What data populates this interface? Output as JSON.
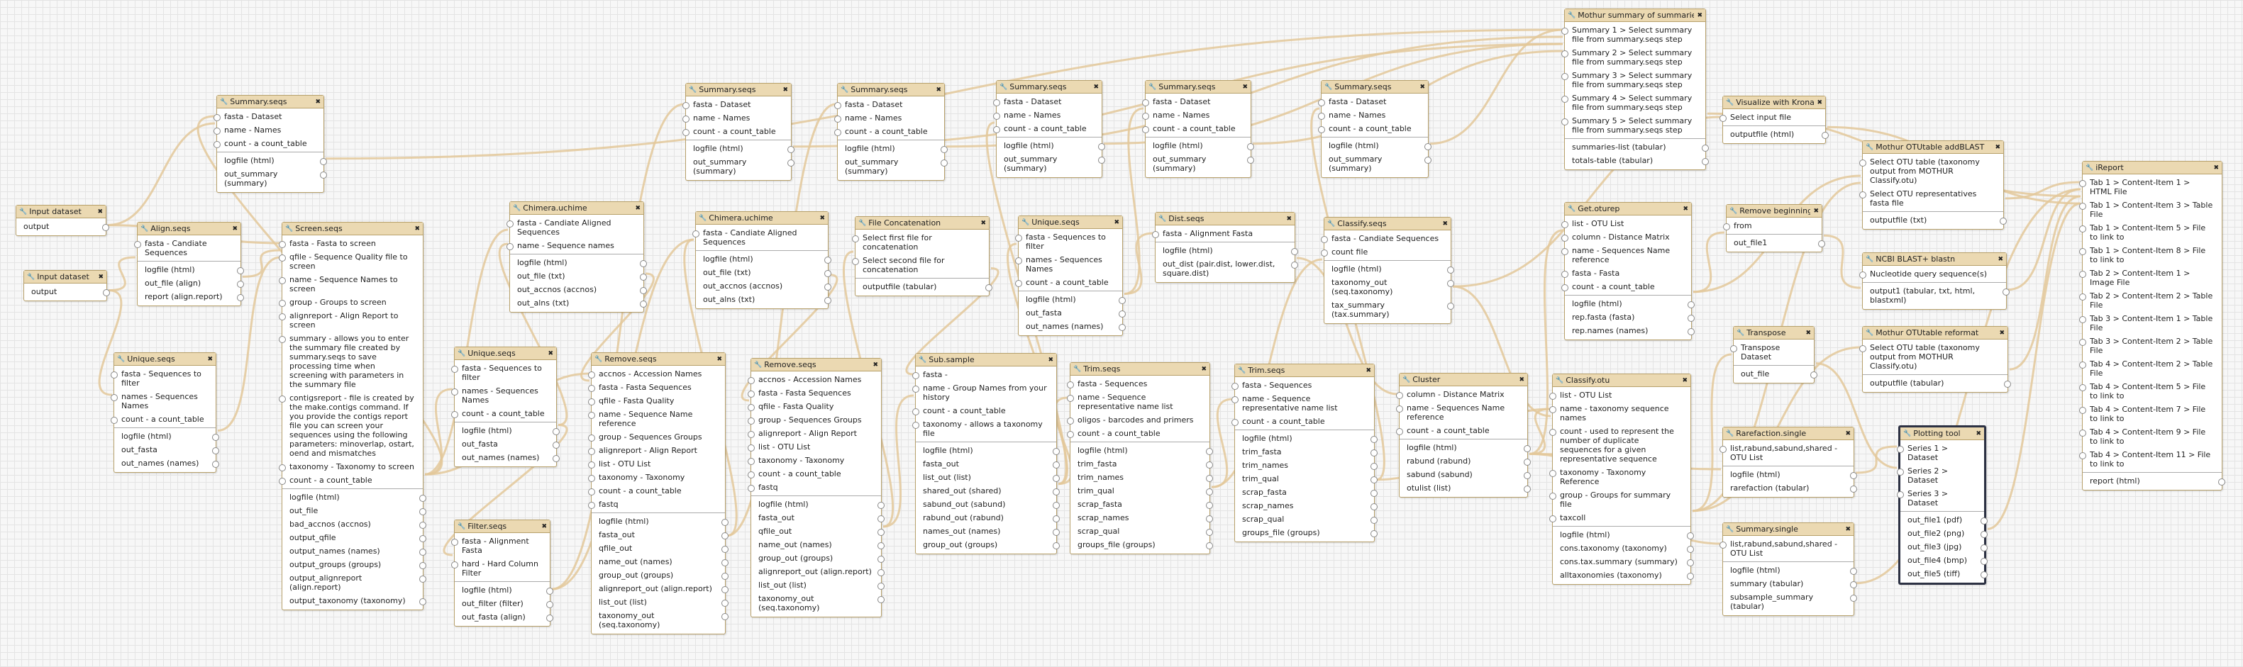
{
  "workflow": {
    "nodes": [
      {
        "id": "in1",
        "title": "Input dataset",
        "inputs": [],
        "outputs": [
          "output"
        ]
      },
      {
        "id": "in2",
        "title": "Input dataset",
        "inputs": [],
        "outputs": [
          "output"
        ]
      },
      {
        "id": "sum1",
        "title": "Summary.seqs",
        "inputs": [
          "fasta - Dataset",
          "name - Names",
          "count - a count_table"
        ],
        "outputs": [
          "logfile (html)",
          "out_summary (summary)"
        ]
      },
      {
        "id": "align",
        "title": "Align.seqs",
        "inputs": [
          "fasta - Candiate Sequences"
        ],
        "outputs": [
          "logfile (html)",
          "out_file (align)",
          "report (align.report)"
        ]
      },
      {
        "id": "uniq1",
        "title": "Unique.seqs",
        "inputs": [
          "fasta - Sequences to filter",
          "names - Sequences Names",
          "count - a count_table"
        ],
        "outputs": [
          "logfile (html)",
          "out_fasta",
          "out_names (names)"
        ]
      },
      {
        "id": "screen",
        "title": "Screen.seqs",
        "inputs": [
          "fasta - Fasta to screen",
          "qfile - Sequence Quality file to screen",
          "name - Sequence Names to screen",
          "group - Groups to screen",
          "alignreport - Align Report to screen",
          "summary - allows you to enter the summary file created by summary.seqs to save processing time when screening with parameters in the summary file",
          "contigsreport - file is created by the make.contigs command. If you provide the contigs report file you can screen your sequences using the following parameters: minoverlap, ostart, oend and mismatches",
          "taxonomy - Taxonomy to screen",
          "count - a count_table"
        ],
        "outputs": [
          "logfile (html)",
          "out_file",
          "bad_accnos (accnos)",
          "output_qfile",
          "output_names (names)",
          "output_groups (groups)",
          "output_alignreport (align.report)",
          "output_taxonomy (taxonomy)"
        ]
      },
      {
        "id": "chim1",
        "title": "Chimera.uchime",
        "inputs": [
          "fasta - Candiate Aligned Sequences",
          "name - Sequence names"
        ],
        "outputs": [
          "logfile (html)",
          "out_file (txt)",
          "out_accnos (accnos)",
          "out_alns (txt)"
        ]
      },
      {
        "id": "uniq2",
        "title": "Unique.seqs",
        "inputs": [
          "fasta - Sequences to filter",
          "names - Sequences Names",
          "count - a count_table"
        ],
        "outputs": [
          "logfile (html)",
          "out_fasta",
          "out_names (names)"
        ]
      },
      {
        "id": "filter",
        "title": "Filter.seqs",
        "inputs": [
          "fasta - Alignment Fasta",
          "hard - Hard Column Filter"
        ],
        "outputs": [
          "logfile (html)",
          "out_filter (filter)",
          "out_fasta (align)"
        ]
      },
      {
        "id": "sum2",
        "title": "Summary.seqs",
        "inputs": [
          "fasta - Dataset",
          "name - Names",
          "count - a count_table"
        ],
        "outputs": [
          "logfile (html)",
          "out_summary (summary)"
        ]
      },
      {
        "id": "chim2",
        "title": "Chimera.uchime",
        "inputs": [
          "fasta - Candiate Aligned Sequences"
        ],
        "outputs": [
          "logfile (html)",
          "out_file (txt)",
          "out_accnos (accnos)",
          "out_alns (txt)"
        ]
      },
      {
        "id": "rem1",
        "title": "Remove.seqs",
        "inputs": [
          "accnos - Accession Names",
          "fasta - Fasta Sequences",
          "qfile - Fasta Quality",
          "name - Sequence Name reference",
          "group - Sequences Groups",
          "alignreport - Align Report",
          "list - OTU List",
          "taxonomy - Taxonomy",
          "count - a count_table",
          "fastq"
        ],
        "outputs": [
          "logfile (html)",
          "fasta_out",
          "qfile_out",
          "name_out (names)",
          "group_out (groups)",
          "alignreport_out (align.report)",
          "list_out (list)",
          "taxonomy_out (seq.taxonomy)"
        ]
      },
      {
        "id": "sum3",
        "title": "Summary.seqs",
        "inputs": [
          "fasta - Dataset",
          "name - Names",
          "count - a count_table"
        ],
        "outputs": [
          "logfile (html)",
          "out_summary (summary)"
        ]
      },
      {
        "id": "rem2",
        "title": "Remove.seqs",
        "inputs": [
          "accnos - Accession Names",
          "fasta - Fasta Sequences",
          "qfile - Fasta Quality",
          "group - Sequences Groups",
          "alignreport - Align Report",
          "list - OTU List",
          "taxonomy - Taxonomy",
          "count - a count_table",
          "fastq"
        ],
        "outputs": [
          "logfile (html)",
          "fasta_out",
          "qfile_out",
          "name_out (names)",
          "group_out (groups)",
          "alignreport_out (align.report)",
          "list_out (list)",
          "taxonomy_out (seq.taxonomy)"
        ]
      },
      {
        "id": "fcat",
        "title": "File Concatenation",
        "inputs": [
          "Select first file for concatenation",
          "Select second file for concatenation"
        ],
        "outputs": [
          "outputfile (tabular)"
        ]
      },
      {
        "id": "sub",
        "title": "Sub.sample",
        "inputs": [
          "fasta -",
          "name - Group Names from your history",
          "count - a count_table",
          "taxonomy - allows a taxonomy file"
        ],
        "outputs": [
          "logfile (html)",
          "fasta_out",
          "list_out (list)",
          "shared_out (shared)",
          "sabund_out (sabund)",
          "rabund_out (rabund)",
          "names_out (names)",
          "group_out (groups)"
        ]
      },
      {
        "id": "sum4",
        "title": "Summary.seqs",
        "inputs": [
          "fasta - Dataset",
          "name - Names",
          "count - a count_table"
        ],
        "outputs": [
          "logfile (html)",
          "out_summary (summary)"
        ]
      },
      {
        "id": "uniq3",
        "title": "Unique.seqs",
        "inputs": [
          "fasta - Sequences to filter",
          "names - Sequences Names",
          "count - a count_table"
        ],
        "outputs": [
          "logfile (html)",
          "out_fasta",
          "out_names (names)"
        ]
      },
      {
        "id": "trim1",
        "title": "Trim.seqs",
        "inputs": [
          "fasta - Sequences",
          "name - Sequence representative name list",
          "oligos - barcodes and primers",
          "count - a count_table"
        ],
        "outputs": [
          "logfile (html)",
          "trim_fasta",
          "trim_names",
          "trim_qual",
          "scrap_fasta",
          "scrap_names",
          "scrap_qual",
          "groups_file (groups)"
        ]
      },
      {
        "id": "sum5",
        "title": "Summary.seqs",
        "inputs": [
          "fasta - Dataset",
          "name - Names",
          "count - a count_table"
        ],
        "outputs": [
          "logfile (html)",
          "out_summary (summary)"
        ]
      },
      {
        "id": "dist",
        "title": "Dist.seqs",
        "inputs": [
          "fasta - Alignment Fasta"
        ],
        "outputs": [
          "logfile (html)",
          "out_dist (pair.dist, lower.dist, square.dist)"
        ]
      },
      {
        "id": "trim2",
        "title": "Trim.seqs",
        "inputs": [
          "fasta - Sequences",
          "name - Sequence representative name list",
          "count - a count_table"
        ],
        "outputs": [
          "logfile (html)",
          "trim_fasta",
          "trim_names",
          "trim_qual",
          "scrap_fasta",
          "scrap_names",
          "scrap_qual",
          "groups_file (groups)"
        ]
      },
      {
        "id": "sum6",
        "title": "Summary.seqs",
        "inputs": [
          "fasta - Dataset",
          "name - Names",
          "count - a count_table"
        ],
        "outputs": [
          "logfile (html)",
          "out_summary (summary)"
        ]
      },
      {
        "id": "classify",
        "title": "Classify.seqs",
        "inputs": [
          "fasta - Candiate Sequences",
          "count file"
        ],
        "outputs": [
          "logfile (html)",
          "taxonomy_out (seq.taxonomy)",
          "tax_summary (tax.summary)"
        ]
      },
      {
        "id": "cluster",
        "title": "Cluster",
        "inputs": [
          "column - Distance Matrix",
          "name - Sequences Name reference",
          "count - a count_table"
        ],
        "outputs": [
          "logfile (html)",
          "rabund (rabund)",
          "sabund (sabund)",
          "otulist (list)"
        ]
      },
      {
        "id": "mothsum",
        "title": "Mothur summary of summaries",
        "inputs": [
          "Summary 1 > Select summary file from summary.seqs step",
          "Summary 2 > Select summary file from summary.seqs step",
          "Summary 3 > Select summary file from summary.seqs step",
          "Summary 4 > Select summary file from summary.seqs step",
          "Summary 5 > Select summary file from summary.seqs step"
        ],
        "outputs": [
          "summaries-list (tabular)",
          "totals-table (tabular)"
        ]
      },
      {
        "id": "getotu",
        "title": "Get.oturep",
        "inputs": [
          "list - OTU List",
          "column - Distance Matrix",
          "name - Sequences Name reference",
          "fasta - Fasta",
          "count - a count_table"
        ],
        "outputs": [
          "logfile (html)",
          "rep.fasta (fasta)",
          "rep.names (names)"
        ]
      },
      {
        "id": "classotu",
        "title": "Classify.otu",
        "inputs": [
          "list - OTU List",
          "name - taxonomy sequence names",
          "count - used to represent the number of duplicate sequences for a given representative sequence",
          "taxonomy - Taxonomy Reference",
          "group - Groups for summary file",
          "taxcoll"
        ],
        "outputs": [
          "logfile (html)",
          "cons.taxonomy (taxonomy)",
          "cons.tax.summary (summary)",
          "alltaxonomies (taxonomy)"
        ]
      },
      {
        "id": "krona",
        "title": "Visualize with Krona",
        "inputs": [
          "Select input file"
        ],
        "outputs": [
          "outputfile (html)"
        ]
      },
      {
        "id": "rembeg",
        "title": "Remove beginning",
        "inputs": [
          "from"
        ],
        "outputs": [
          "out_file1"
        ]
      },
      {
        "id": "transpose",
        "title": "Transpose",
        "inputs": [
          "Transpose Dataset"
        ],
        "outputs": [
          "out_file"
        ]
      },
      {
        "id": "rare",
        "title": "Rarefaction.single",
        "inputs": [
          "list,rabund,sabund,shared - OTU List"
        ],
        "outputs": [
          "logfile (html)",
          "rarefaction (tabular)"
        ]
      },
      {
        "id": "sumsingle",
        "title": "Summary.single",
        "inputs": [
          "list,rabund,sabund,shared - OTU List"
        ],
        "outputs": [
          "logfile (html)",
          "summary (tabular)",
          "subsample_summary (tabular)"
        ]
      },
      {
        "id": "otublast",
        "title": "Mothur OTUtable addBLAST",
        "inputs": [
          "Select OTU table (taxonomy output from MOTHUR Classify.otu)",
          "Select OTU representatives fasta file"
        ],
        "outputs": [
          "outputfile (txt)"
        ]
      },
      {
        "id": "ncbi",
        "title": "NCBI BLAST+ blastn",
        "inputs": [
          "Nucleotide query sequence(s)"
        ],
        "outputs": [
          "output1 (tabular, txt, html, blastxml)"
        ]
      },
      {
        "id": "reformat",
        "title": "Mothur OTUtable reformat",
        "inputs": [
          "Select OTU table (taxonomy output from MOTHUR Classify.otu)"
        ],
        "outputs": [
          "outputfile (tabular)"
        ]
      },
      {
        "id": "plot",
        "title": "Plotting tool",
        "inputs": [
          "Series 1 > Dataset",
          "Series 2 > Dataset",
          "Series 3 > Dataset"
        ],
        "outputs": [
          "out_file1 (pdf)",
          "out_file2 (png)",
          "out_file3 (jpg)",
          "out_file4 (bmp)",
          "out_file5 (tiff)"
        ]
      },
      {
        "id": "ireport",
        "title": "iReport",
        "inputs": [
          "Tab 1 > Content-Item 1 > HTML File",
          "Tab 1 > Content-Item 3 > Table File",
          "Tab 1 > Content-Item 5 > File to link to",
          "Tab 1 > Content-Item 8 > File to link to",
          "Tab 2 > Content-Item 1 > Image File",
          "Tab 2 > Content-Item 2 > Table File",
          "Tab 3 > Content-Item 1 > Table File",
          "Tab 3 > Content-Item 2 > Table File",
          "Tab 4 > Content-Item 2 > Table File",
          "Tab 4 > Content-Item 5 > File to link to",
          "Tab 4 > Content-Item 7 > File to link to",
          "Tab 4 > Content-Item 9 > File to link to",
          "Tab 4 > Content-Item 11 > File to link to"
        ],
        "outputs": [
          "report (html)"
        ]
      }
    ],
    "selected_node": "plot",
    "colors": {
      "header": "#ebd9b2",
      "border": "#b7a06a",
      "wire": "#e3c89a",
      "selected_border": "#2c3143"
    }
  }
}
